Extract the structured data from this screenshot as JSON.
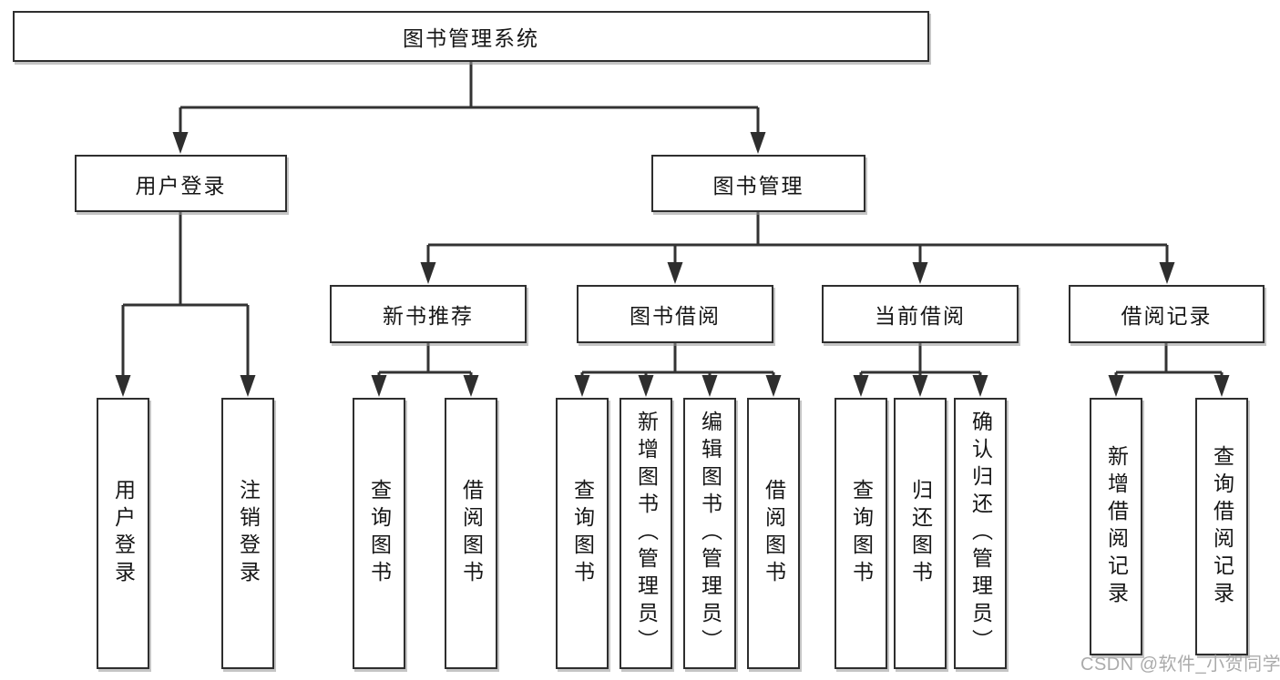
{
  "diagram": {
    "root": {
      "label": "图书管理系统"
    },
    "level2": [
      {
        "label": "用户登录"
      },
      {
        "label": "图书管理"
      }
    ],
    "level3": [
      {
        "label": "新书推荐"
      },
      {
        "label": "图书借阅"
      },
      {
        "label": "当前借阅"
      },
      {
        "label": "借阅记录"
      }
    ],
    "leaves": {
      "user_login": [
        "用户登录",
        "注销登录"
      ],
      "new_book": [
        "查询图书",
        "借阅图书"
      ],
      "book_borrow": [
        "查询图书",
        "新增图书（管理员）",
        "编辑图书（管理员）",
        "借阅图书"
      ],
      "current_borrow": [
        "查询图书",
        "归还图书",
        "确认归还（管理员）"
      ],
      "records": [
        "新增借阅记录",
        "查询借阅记录"
      ]
    }
  },
  "watermark": {
    "text": "CSDN @软件_小贺同学"
  },
  "colors": {
    "line": "#333333",
    "arrow": "#2e2e2e",
    "border": "#2e2e2e",
    "text": "#161616",
    "watermark": "#ababab",
    "background": "#ffffff"
  }
}
